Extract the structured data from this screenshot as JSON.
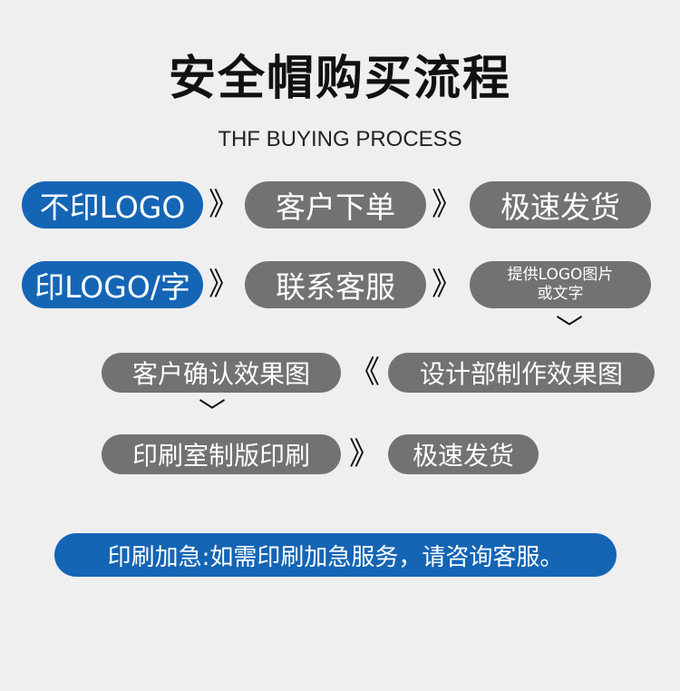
{
  "title": "安全帽购买流程",
  "subtitle": "THF BUYING PROCESS",
  "arrows": {
    "right": "》",
    "left": "《",
    "down": "﹀"
  },
  "row1": {
    "no_logo": "不印LOGO",
    "customer_order": "客户下单",
    "fast_ship": "极速发货"
  },
  "row2": {
    "print_logo": "印LOGO/字",
    "contact_service": "联系客服",
    "provide_line1": "提供LOGO图片",
    "provide_line2": "或文字"
  },
  "row3": {
    "confirm_effect": "客户确认效果图",
    "design_effect": "设计部制作效果图"
  },
  "row4": {
    "make_plate": "印刷室制版印刷",
    "fast_ship": "极速发货"
  },
  "urgent_note": "印刷加急:如需印刷加急服务，请咨询客服。",
  "colors": {
    "blue": "#1565b5",
    "grey": "#727272",
    "background": "#efeff0"
  }
}
